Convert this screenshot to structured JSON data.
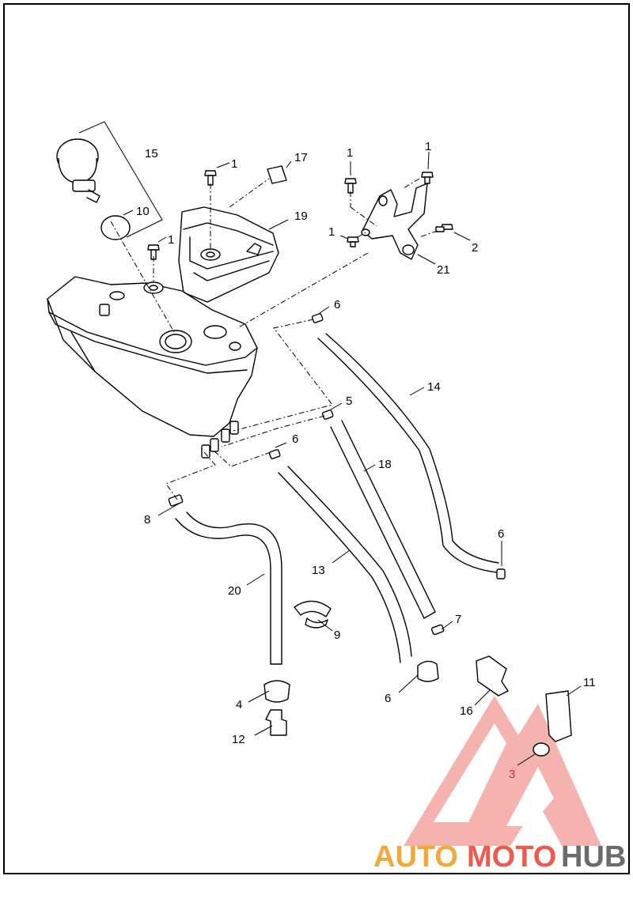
{
  "callouts": {
    "c1a": "1",
    "c1b": "1",
    "c1c": "1",
    "c1d": "1",
    "c1e": "1",
    "c2": "2",
    "c3": "3",
    "c4": "4",
    "c5": "5",
    "c6a": "6",
    "c6b": "6",
    "c6c": "6",
    "c6d": "6",
    "c7": "7",
    "c8": "8",
    "c9": "9",
    "c10": "10",
    "c11": "11",
    "c12": "12",
    "c13": "13",
    "c14": "14",
    "c15": "15",
    "c16": "16",
    "c17": "17",
    "c18": "18",
    "c19": "19",
    "c20": "20",
    "c21": "21"
  },
  "watermark": {
    "auto": "AUTO",
    "moto": "MOTO",
    "hub": "HUB",
    "colors": {
      "orange": "#f2a93b",
      "red": "#ee5a4d",
      "gray": "#6b6b6b",
      "triangle": "#f3a6a0"
    }
  }
}
